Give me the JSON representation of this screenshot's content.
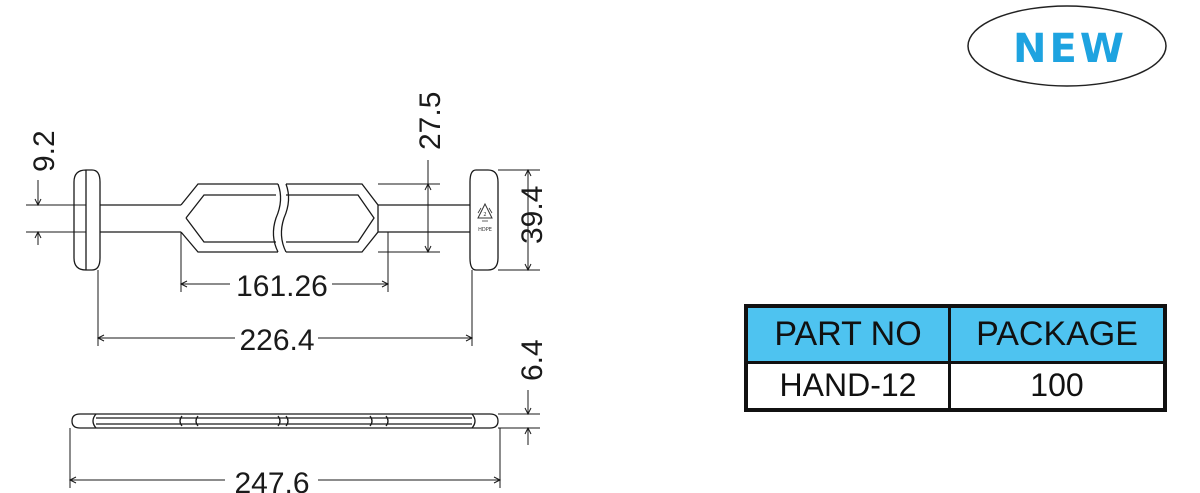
{
  "badge": {
    "label": "NEW",
    "text_color": "#1ea3e0"
  },
  "dimensions": {
    "end_cap_height": "9.2",
    "grip_height": "27.5",
    "total_height": "39.4",
    "grip_length": "161.26",
    "inner_length": "226.4",
    "thickness": "6.4",
    "overall_length": "247.6"
  },
  "recycle_mark": {
    "code": "2",
    "material": "HDPE"
  },
  "table": {
    "header_color": "#4ec3f0",
    "headers": [
      "PART NO",
      "PACKAGE"
    ],
    "rows": [
      [
        "HAND-12",
        "100"
      ]
    ]
  }
}
